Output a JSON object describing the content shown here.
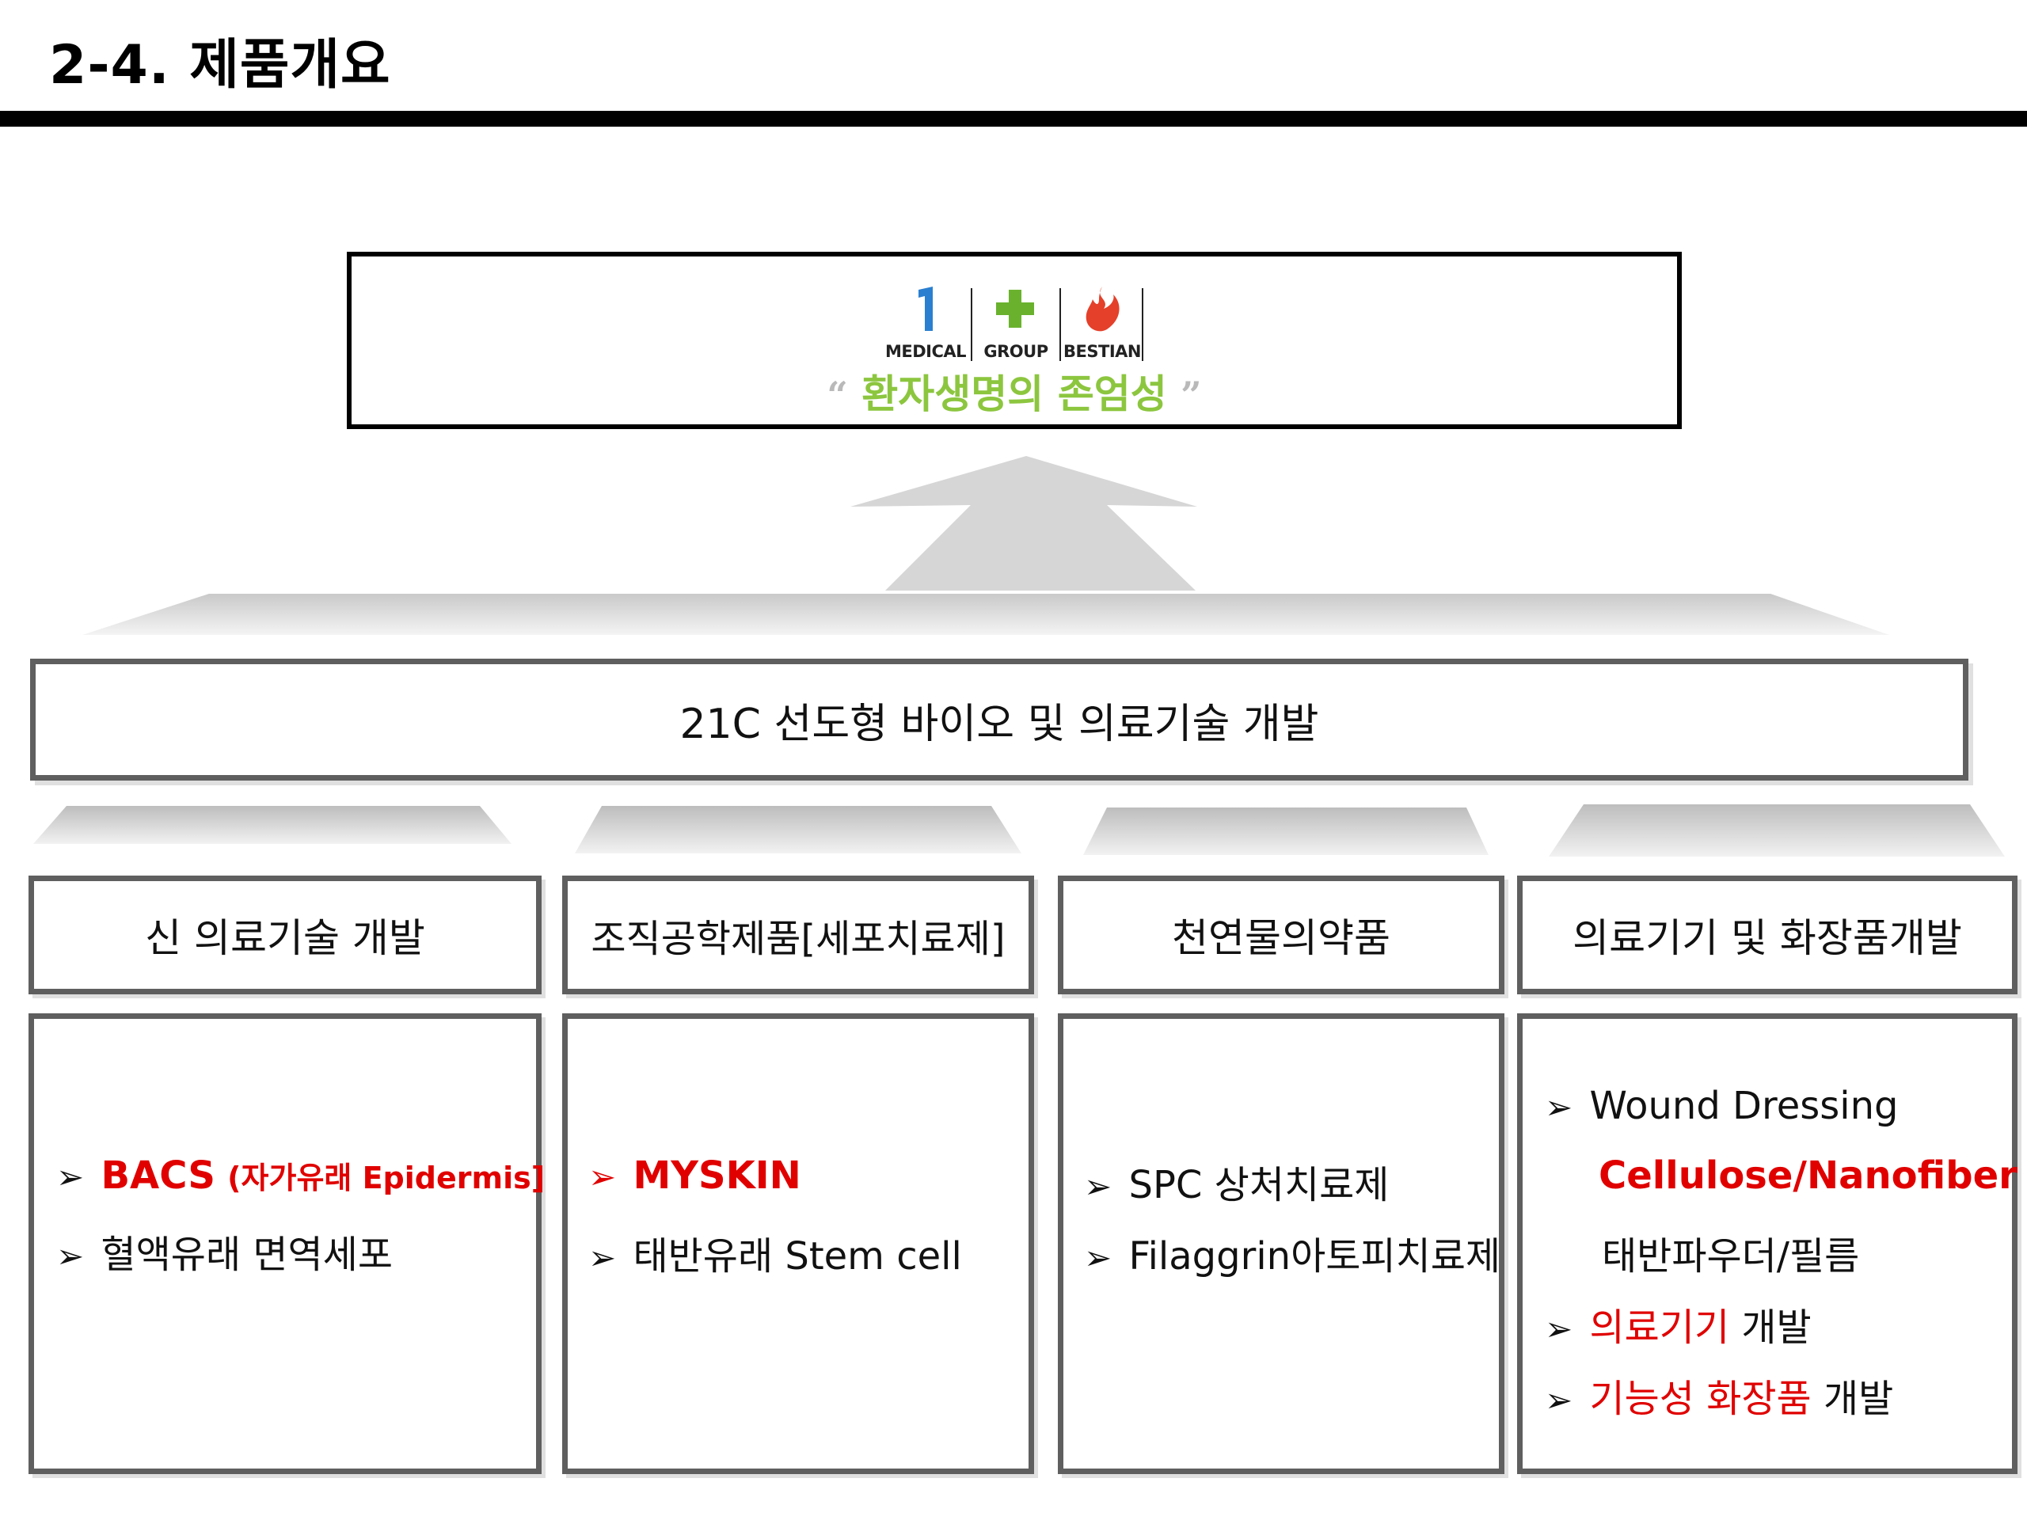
{
  "header": {
    "title": "2-4. 제품개요"
  },
  "mission": {
    "logos": [
      {
        "label": "MEDICAL",
        "icon": "number-one-logo-icon",
        "color": "#2a7fd0"
      },
      {
        "label": "GROUP",
        "icon": "green-cross-logo-icon",
        "color": "#6ab22e"
      },
      {
        "label": "BESTIAN",
        "icon": "flame-logo-icon",
        "color": "#e4402a"
      }
    ],
    "quote_open": "“",
    "slogan": "환자생명의 존엄성",
    "quote_close": "”",
    "slogan_color": "#8cc63f"
  },
  "main": {
    "label": "21C 선도형 바이오 및 의료기술 개발"
  },
  "categories": [
    {
      "title": "신 의료기술 개발",
      "items": [
        {
          "arrow": "➢",
          "highlight": "BACS",
          "suffix": "(자가유래 Epidermis]",
          "rest": ""
        },
        {
          "arrow": "➢",
          "highlight": "",
          "suffix": "",
          "rest": "혈액유래 면역세포"
        }
      ]
    },
    {
      "title": "조직공학제품[세포치료제]",
      "items": [
        {
          "arrow": "➢",
          "highlight": "MYSKIN",
          "rest": ""
        },
        {
          "arrow": "➢",
          "highlight": "",
          "rest": "태반유래 Stem cell"
        }
      ]
    },
    {
      "title": "천연물의약품",
      "items": [
        {
          "arrow": "➢",
          "rest": "SPC 상처치료제"
        },
        {
          "arrow": "➢",
          "rest": "Filaggrin아토피치료제"
        }
      ]
    },
    {
      "title": "의료기기 및 화장품개발",
      "items": [
        {
          "arrow": "➢",
          "highlight": "",
          "rest": "Wound Dressing"
        },
        {
          "arrow": "",
          "highlight": "Cellulose/Nanofiber",
          "rest": ""
        },
        {
          "arrow": "",
          "highlight": "",
          "rest": "태반파우더/필름"
        },
        {
          "arrow": "➢",
          "highlight": "의료기기",
          "rest": " 개발"
        },
        {
          "arrow": "➢",
          "highlight": "기능성 화장품",
          "rest": " 개발"
        }
      ]
    }
  ],
  "colors": {
    "accent_red": "#e00000",
    "border_gray": "#5f5f5f",
    "arrow_gray": "#d0d0d0"
  }
}
